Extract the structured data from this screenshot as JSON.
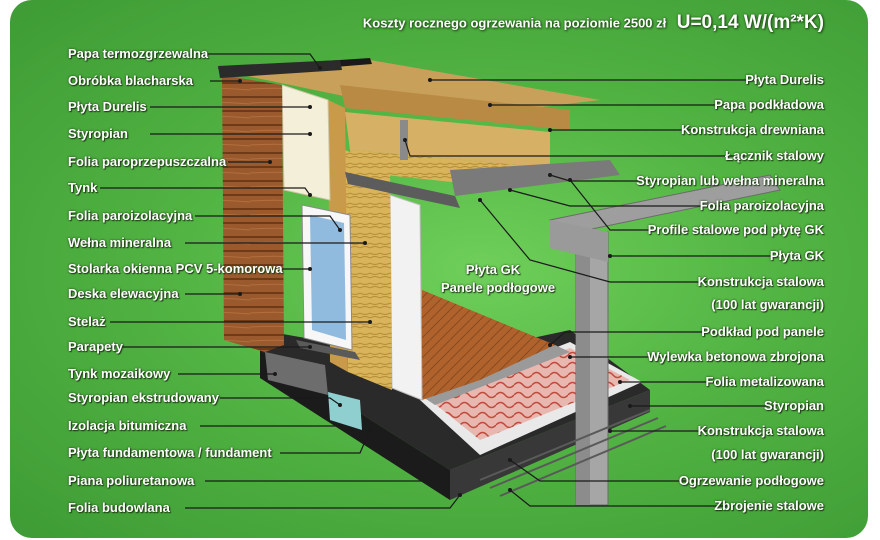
{
  "header": {
    "cost_text": "Koszty rocznego ogrzewania na poziomie 2500 zł",
    "u_value": "U=0,14 W/(m²*K)"
  },
  "labels_left": [
    "Papa termozgrzewalna",
    "Obróbka blacharska",
    "Płyta Durelis",
    "Styropian",
    "Folia paroprzepuszczalna",
    "Tynk",
    "Folia paroizolacyjna",
    "Wełna mineralna",
    "Stolarka okienna PCV 5-komorowa",
    "Deska elewacyjna",
    "Stelaż",
    "Parapety",
    "Tynk mozaikowy",
    "Styropian ekstrudowany",
    "Izolacja bitumiczna",
    "Płyta fundamentowa / fundament",
    "Piana poliuretanowa",
    "Folia budowlana"
  ],
  "labels_right": [
    "Płyta Durelis",
    "Papa podkładowa",
    "Konstrukcja drewniana",
    "Łącznik stalowy",
    "Styropian lub wełna mineralna",
    "Folia paroizolacyjna",
    "Profile stalowe pod płytę GK",
    "Płyta GK",
    "Konstrukcja stalowa",
    "(100 lat gwarancji)",
    "Podkład pod panele",
    "Wylewka betonowa zbrojona",
    "Folia metalizowana",
    "Styropian",
    "Konstrukcja stalowa",
    "(100 lat gwarancji)",
    "Ogrzewanie podłogowe",
    "Zbrojenie stalowe"
  ],
  "labels_center": {
    "line1": "Płyta GK",
    "line2": "Panele podłogowe"
  },
  "colors": {
    "background": "#52b443",
    "text": "#ffffff",
    "leader": "#1a1a1a"
  }
}
